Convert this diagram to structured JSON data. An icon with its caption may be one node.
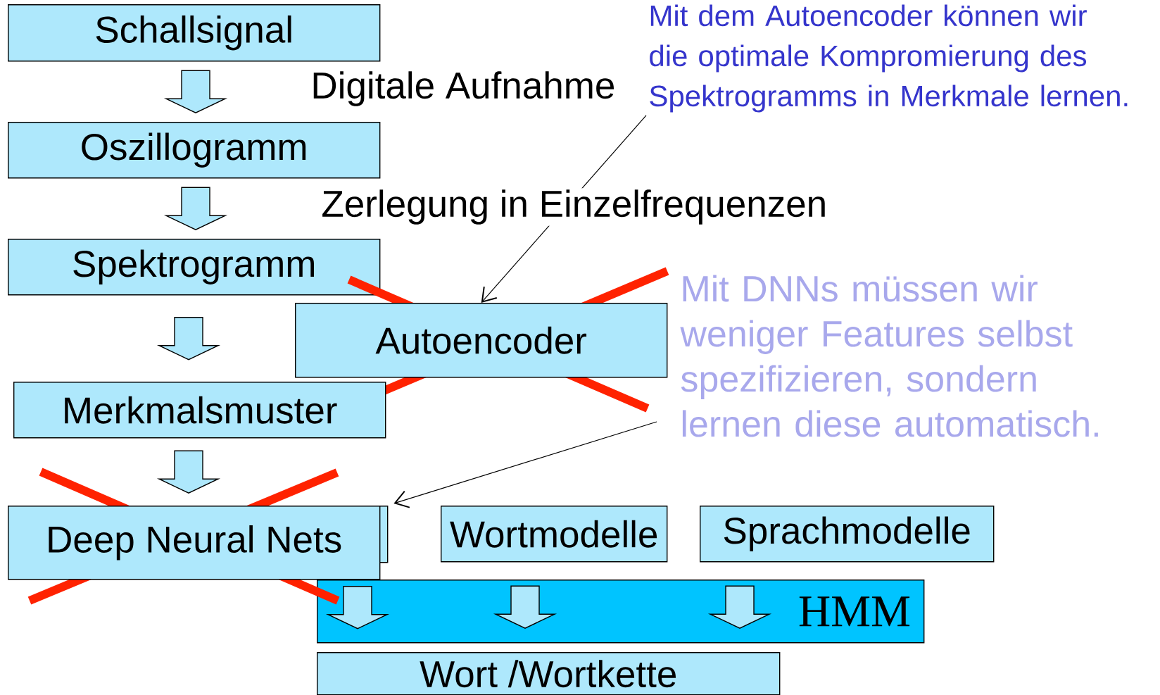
{
  "diagram": {
    "nodes": [
      {
        "text": [
          "Schallsignal"
        ]
      },
      {
        "text": [
          "Oszillogramm"
        ]
      },
      {
        "text": [
          "Spektrogramm"
        ]
      },
      {
        "text": [
          "Autoencoder"
        ]
      },
      {
        "text": [
          "Merkmalsmuster"
        ]
      },
      {
        "text": [
          "Deep Neural Nets"
        ]
      },
      {
        "text": [],
        "shape": "box"
      },
      {
        "text": [
          "Wortmodelle"
        ]
      },
      {
        "text": [
          "Sprachmodelle"
        ]
      },
      {
        "text": [
          "HMM"
        ]
      },
      {
        "text": [
          "Wort /Wortkette"
        ]
      },
      {
        "text": [
          "Mit dem Autoencoder können wir die optimale Kompromierung des Spektrogramms in Merkmale lernen."
        ]
      },
      {
        "text": [
          "Mit DNNs müssen wir weniger Features selbst spezifizieren, sondern lernen diese automatisch."
        ]
      }
    ],
    "edges": [
      {
        "from": 0,
        "to": 1,
        "arrow": "to"
      },
      {
        "from": 1,
        "to": 2,
        "arrow": "to"
      },
      {
        "from": 2,
        "to": 4,
        "arrow": "to"
      },
      {
        "from": 4,
        "to": 5,
        "arrow": "to"
      },
      {
        "from": 6,
        "to": 10,
        "arrow": "to"
      },
      {
        "from": 7,
        "to": 10,
        "arrow": "to"
      },
      {
        "from": 8,
        "to": 10,
        "arrow": "to"
      },
      {
        "from": 11,
        "to": 3,
        "arrow": "to"
      },
      {
        "from": 12,
        "to": 6,
        "arrow": "to"
      }
    ],
    "labels": [
      "Digitale Aufnahme",
      "Zerlegung in Einzelfrequenzen"
    ]
  }
}
